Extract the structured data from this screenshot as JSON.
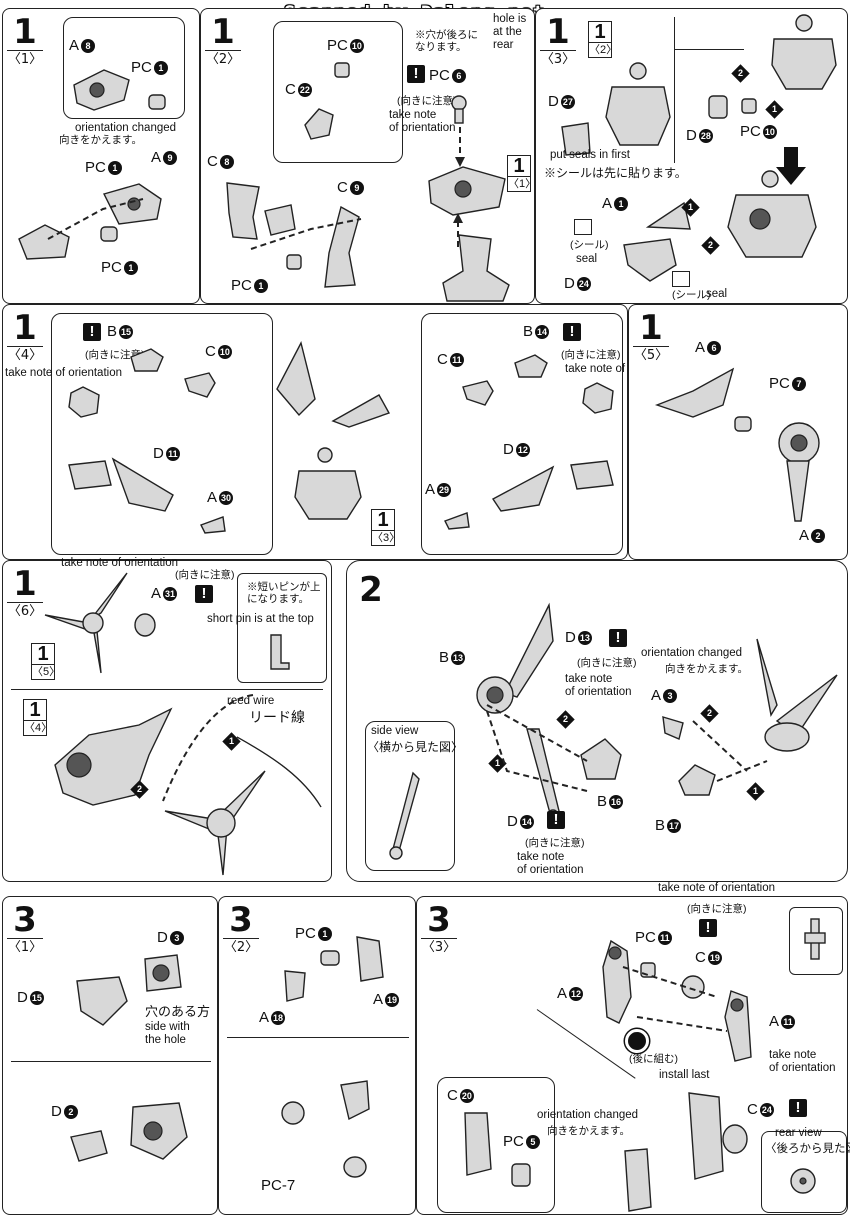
{
  "watermark": "Scanned by Dalong.net",
  "steps": {
    "s1_1": {
      "num": "1",
      "sub": "〈1〉",
      "labels": {
        "a8": "A",
        "a8n": "8",
        "pc1a": "PC",
        "pc1an": "1",
        "pc1b": "PC",
        "pc1bn": "1",
        "a9": "A",
        "a9n": "9",
        "pc1c": "PC",
        "pc1cn": "1"
      },
      "orientation_en": "orientation changed",
      "orientation_jp": "向きをかえます。"
    },
    "s1_2": {
      "num": "1",
      "sub": "〈2〉",
      "labels": {
        "pc10": "PC",
        "pc10n": "10",
        "c22": "C",
        "c22n": "22",
        "c8": "C",
        "c8n": "8",
        "c9": "C",
        "c9n": "9",
        "pc1": "PC",
        "pc1n": "1"
      }
    },
    "s1_2b": {
      "hole_jp": "※穴が後ろに\nなります。",
      "hole_en": "hole is\nat the\nrear",
      "pc6": "PC",
      "pc6n": "6",
      "attention_jp": "(向きに注意)",
      "attention_en": "take note\nof orientation",
      "ref_num": "1",
      "ref_sub": "〈1〉"
    },
    "s1_3": {
      "num": "1",
      "sub": "〈3〉",
      "ref_num": "1",
      "ref_sub": "〈2〉",
      "d27": "D",
      "d27n": "27",
      "d28": "D",
      "d28n": "28",
      "pc10": "PC",
      "pc10n": "10",
      "seal_en": "put seals in first",
      "seal_jp": "※シールは先に貼ります。",
      "a1": "A",
      "a1n": "1",
      "d24": "D",
      "d24n": "24",
      "seal_a_jp": "(シール)",
      "seal_a_en": "seal",
      "seal_b_jp": "(シール)",
      "seal_b_en": "seal"
    },
    "s1_4": {
      "num": "1",
      "sub": "〈4〉",
      "b15": "B",
      "b15n": "15",
      "c10": "C",
      "c10n": "10",
      "attention_l_jp": "(向きに注意)",
      "attention_l_en": "take note of orientation",
      "d11": "D",
      "d11n": "11",
      "a30": "A",
      "a30n": "30",
      "b14": "B",
      "b14n": "14",
      "c11": "C",
      "c11n": "11",
      "attention_r_jp": "(向きに注意)",
      "attention_r_en": "take note of orientation",
      "d12": "D",
      "d12n": "12",
      "a29": "A",
      "a29n": "29",
      "ref_num": "1",
      "ref_sub": "〈3〉"
    },
    "s1_5": {
      "num": "1",
      "sub": "〈5〉",
      "a6": "A",
      "a6n": "6",
      "pc7": "PC",
      "pc7n": "7",
      "a2": "A",
      "a2n": "2"
    },
    "s1_6": {
      "num": "1",
      "sub": "〈6〉",
      "attention_en": "take note of orientation",
      "attention_jp": "(向きに注意)",
      "a31": "A",
      "a31n": "31",
      "pin_jp": "※短いピンが上\nになります。",
      "pin_en": "short pin is at the top",
      "ref5_num": "1",
      "ref5_sub": "〈5〉",
      "ref4_num": "1",
      "ref4_sub": "〈4〉",
      "reed_en": "reed wire",
      "reed_jp": "リード線"
    },
    "s2": {
      "num": "2",
      "d13": "D",
      "d13n": "13",
      "b13": "B",
      "b13n": "13",
      "attention1_jp": "(向きに注意)",
      "attention1_en": "take note\nof orientation",
      "side_en": "side view",
      "side_jp": "〈横から見た図〉",
      "b16": "B",
      "b16n": "16",
      "d14": "D",
      "d14n": "14",
      "attention2_jp": "(向きに注意)",
      "attention2_en": "take note\nof orientation",
      "orient_en": "orientation changed",
      "orient_jp": "向きをかえます。",
      "a3": "A",
      "a3n": "3",
      "b17": "B",
      "b17n": "17"
    },
    "s3_1": {
      "num": "3",
      "sub": "〈1〉",
      "d3": "D",
      "d3n": "3",
      "d15": "D",
      "d15n": "15",
      "hole_jp": "穴のある方",
      "hole_en": "side with\nthe hole",
      "d2": "D",
      "d2n": "2"
    },
    "s3_2": {
      "num": "3",
      "sub": "〈2〉",
      "pc1": "PC",
      "pc1n": "1",
      "a19": "A",
      "a19n": "19",
      "a18": "A",
      "a18n": "18",
      "pc7": "PC-7"
    },
    "s3_3": {
      "num": "3",
      "sub": "〈3〉",
      "top_note": "take note of orientation",
      "attention_jp": "(向きに注意)",
      "a12": "A",
      "a12n": "12",
      "pc11": "PC",
      "pc11n": "11",
      "c19": "C",
      "c19n": "19",
      "a11": "A",
      "a11n": "11",
      "last_jp": "(後に組む)",
      "last_en": "install last",
      "attention2_en": "take note\nof orientation",
      "c20": "C",
      "c20n": "20",
      "pc5": "PC",
      "pc5n": "5",
      "orient_en": "orientation changed",
      "orient_jp": "向きをかえます。",
      "c24": "C",
      "c24n": "24",
      "rear_en": "rear view",
      "rear_jp": "〈後ろから見た図〉"
    }
  }
}
